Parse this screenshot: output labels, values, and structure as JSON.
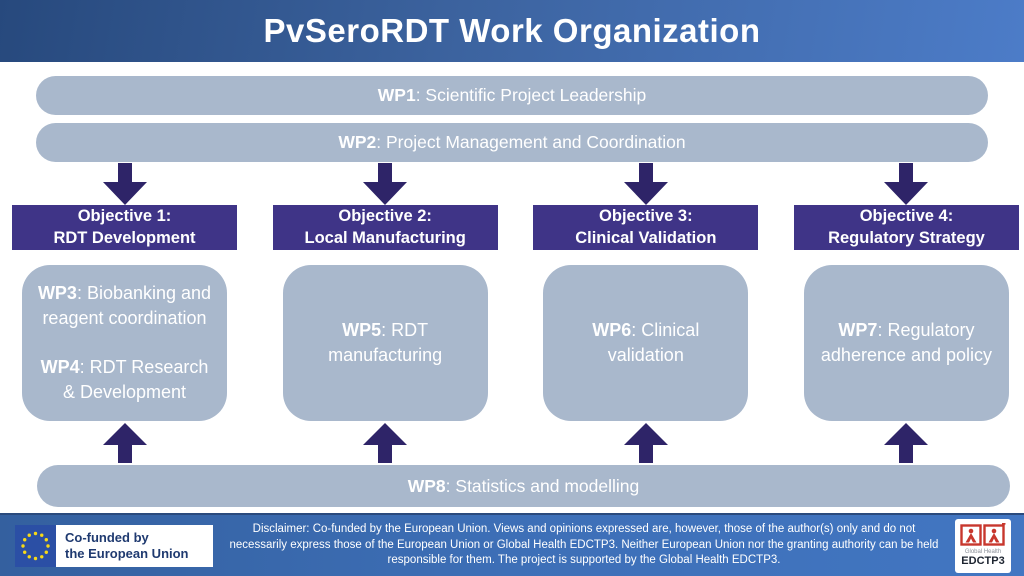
{
  "title": "PvSeroRDT Work Organization",
  "bars": {
    "wp1": {
      "label": "WP1",
      "rest": ": Scientific Project Leadership"
    },
    "wp2": {
      "label": "WP2",
      "rest": ": Project Management and Coordination"
    },
    "wp8": {
      "label": "WP8",
      "rest": ": Statistics and modelling"
    }
  },
  "columns": [
    {
      "objective": {
        "line1": "Objective 1:",
        "line2": "RDT Development"
      },
      "wps": [
        {
          "label": "WP3",
          "rest": ": Biobanking and reagent coordination"
        },
        {
          "label": "WP4",
          "rest": ": RDT Research & Development"
        }
      ]
    },
    {
      "objective": {
        "line1": "Objective 2:",
        "line2": "Local Manufacturing"
      },
      "wps": [
        {
          "label": "WP5",
          "rest": ": RDT manufacturing"
        }
      ]
    },
    {
      "objective": {
        "line1": "Objective 3:",
        "line2": "Clinical Validation"
      },
      "wps": [
        {
          "label": "WP6",
          "rest": ": Clinical validation"
        }
      ]
    },
    {
      "objective": {
        "line1": "Objective 4:",
        "line2": "Regulatory Strategy"
      },
      "wps": [
        {
          "label": "WP7",
          "rest": ": Regulatory adherence and policy"
        }
      ]
    }
  ],
  "footer": {
    "eu": {
      "line1": "Co-funded by",
      "line2": "the European Union"
    },
    "disclaimer": "Disclaimer: Co-funded by the European Union. Views and opinions expressed are, however, those of the author(s) only and do not necessarily express those of the European Union or Global Health EDCTP3. Neither European Union nor the granting authority can be held responsible for them.  The project is supported by the Global Health EDCTP3.",
    "edctp": {
      "line1": "Global Health",
      "line2": "EDCTP3"
    }
  },
  "colors": {
    "header_gradient_left": "#27497d",
    "header_gradient_right": "#4c7cc8",
    "bar_fill": "#a9b8cc",
    "objective_fill": "#3f3487",
    "arrow_fill": "#2e2468",
    "footer_fill": "#3d6fb7",
    "eu_flag_blue": "#2b4fa5",
    "eu_star_yellow": "#f7d917",
    "edctp_red": "#c8372d",
    "text_white": "#ffffff"
  }
}
